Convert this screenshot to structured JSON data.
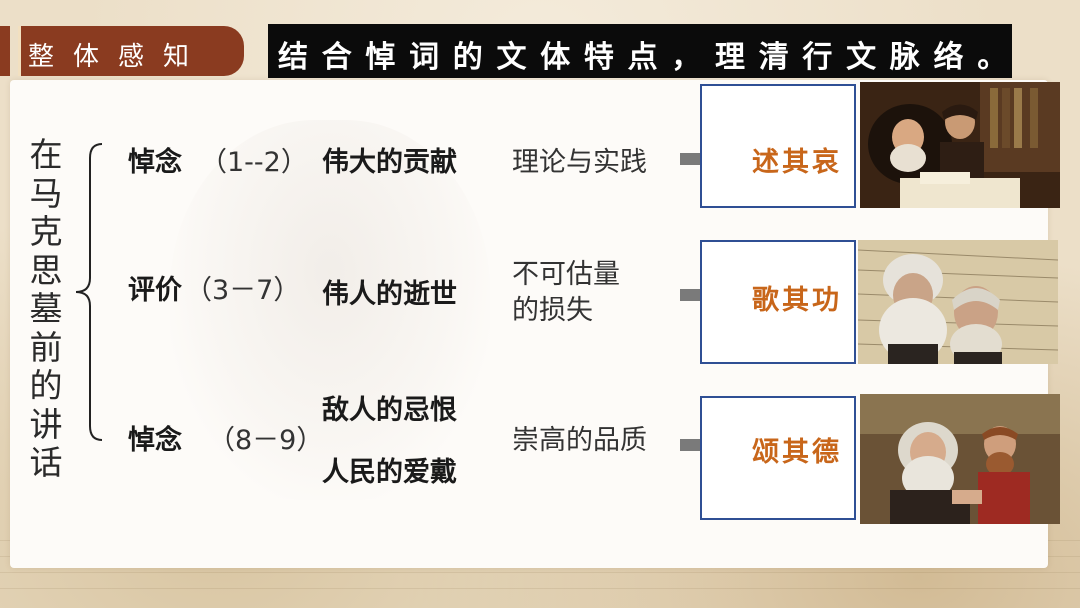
{
  "header": {
    "tag": "整体感知",
    "title": "结合悼词的文体特点，理清行文脉络。"
  },
  "vertical_title": "在马克思墓前的讲话",
  "rows": [
    {
      "section": "悼念",
      "range": "（1--2）",
      "content": [
        "伟大的贡献"
      ],
      "point": "理论与实践",
      "summary": "述其哀"
    },
    {
      "section": "评价",
      "range": "（3－7）",
      "content": [
        "伟人的逝世"
      ],
      "point": "不可估量\n的损失",
      "point_lines": [
        "不可估量",
        "的损失"
      ],
      "summary": "歌其功"
    },
    {
      "section": "悼念",
      "range": "（8－9）",
      "content": [
        "敌人的忌恨",
        "人民的爱戴"
      ],
      "point": "崇高的品质",
      "summary": "颂其德"
    }
  ],
  "images": [
    {
      "icon": "marx-engels-painting-icon"
    },
    {
      "icon": "marx-engels-portraits-icon"
    },
    {
      "icon": "marx-engels-conversation-icon"
    }
  ],
  "colors": {
    "tag_bg": "#8a3b20",
    "title_bg": "#0b0b0b",
    "box_border": "#2f4f94",
    "summary_text": "#c8661a",
    "arrow": "#7a7a7a"
  }
}
